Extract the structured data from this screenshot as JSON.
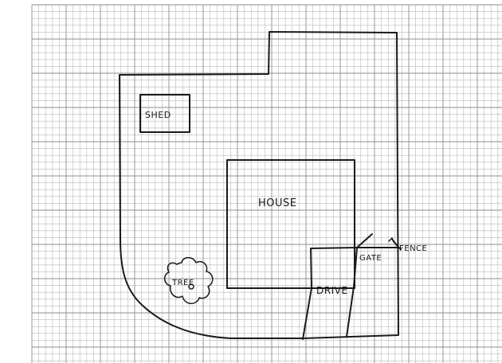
{
  "labels": {
    "shed": "SHED",
    "house": "HOUSE",
    "drive": "DRIVE",
    "gate": "GATE",
    "fence": "FENCE",
    "tree": "TREE"
  },
  "colors": {
    "paper": "#ffffff",
    "grid_minor": "#b9b9b9",
    "grid_major": "#8e8e8e",
    "ink": "#1a1a1a"
  },
  "icons": {
    "tree": "tree-icon"
  }
}
